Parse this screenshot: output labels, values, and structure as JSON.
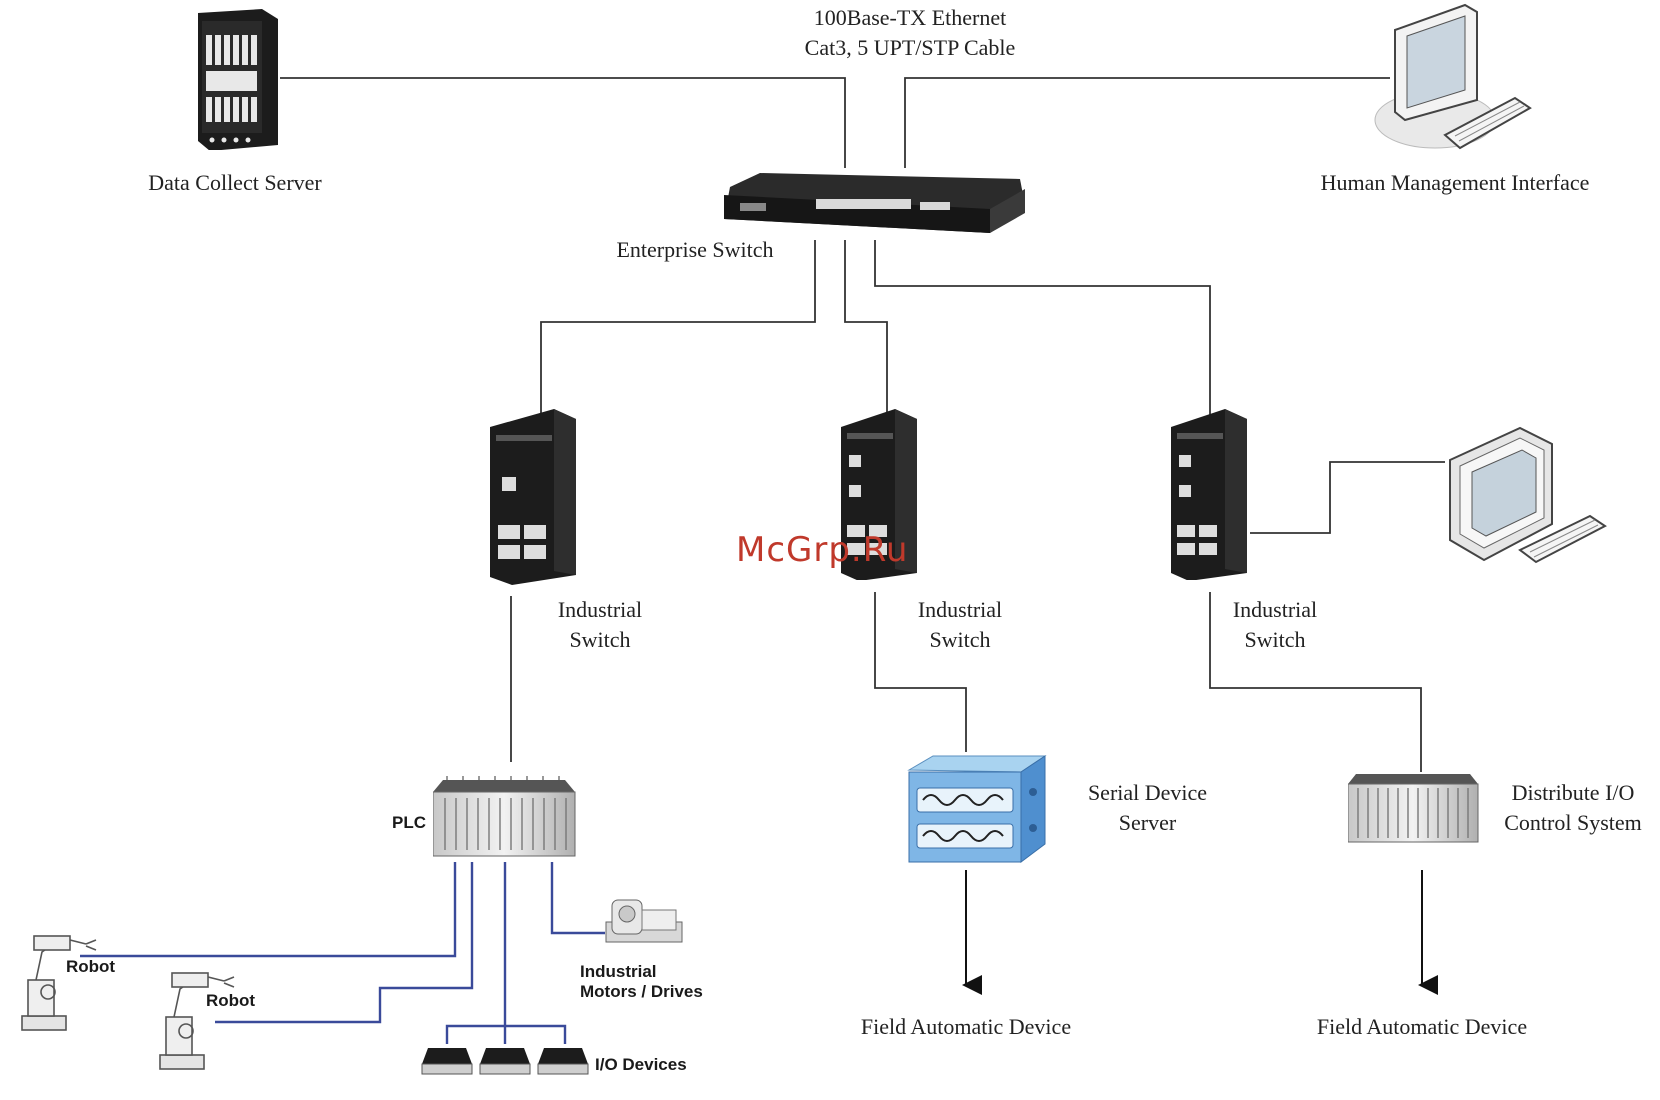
{
  "cable": {
    "line1": "100Base-TX Ethernet",
    "line2": "Cat3, 5 UPT/STP Cable"
  },
  "nodes": {
    "data_collect_server": "Data Collect Server",
    "human_mgmt": "Human Management Interface",
    "enterprise_switch": "Enterprise Switch",
    "industrial_switch_line1": "Industrial",
    "industrial_switch_line2": "Switch",
    "plc": "PLC",
    "robot": "Robot",
    "motors_line1": "Industrial",
    "motors_line2": "Motors / Drives",
    "io_devices": "I/O Devices",
    "serial_line1": "Serial Device",
    "serial_line2": "Server",
    "dio_line1": "Distribute I/O",
    "dio_line2": "Control System",
    "field_device": "Field Automatic Device"
  },
  "watermark": "McGrp.Ru",
  "colors": {
    "line": "#333333",
    "plc_line": "#3a4a9a",
    "watermark": "#c0392b"
  }
}
